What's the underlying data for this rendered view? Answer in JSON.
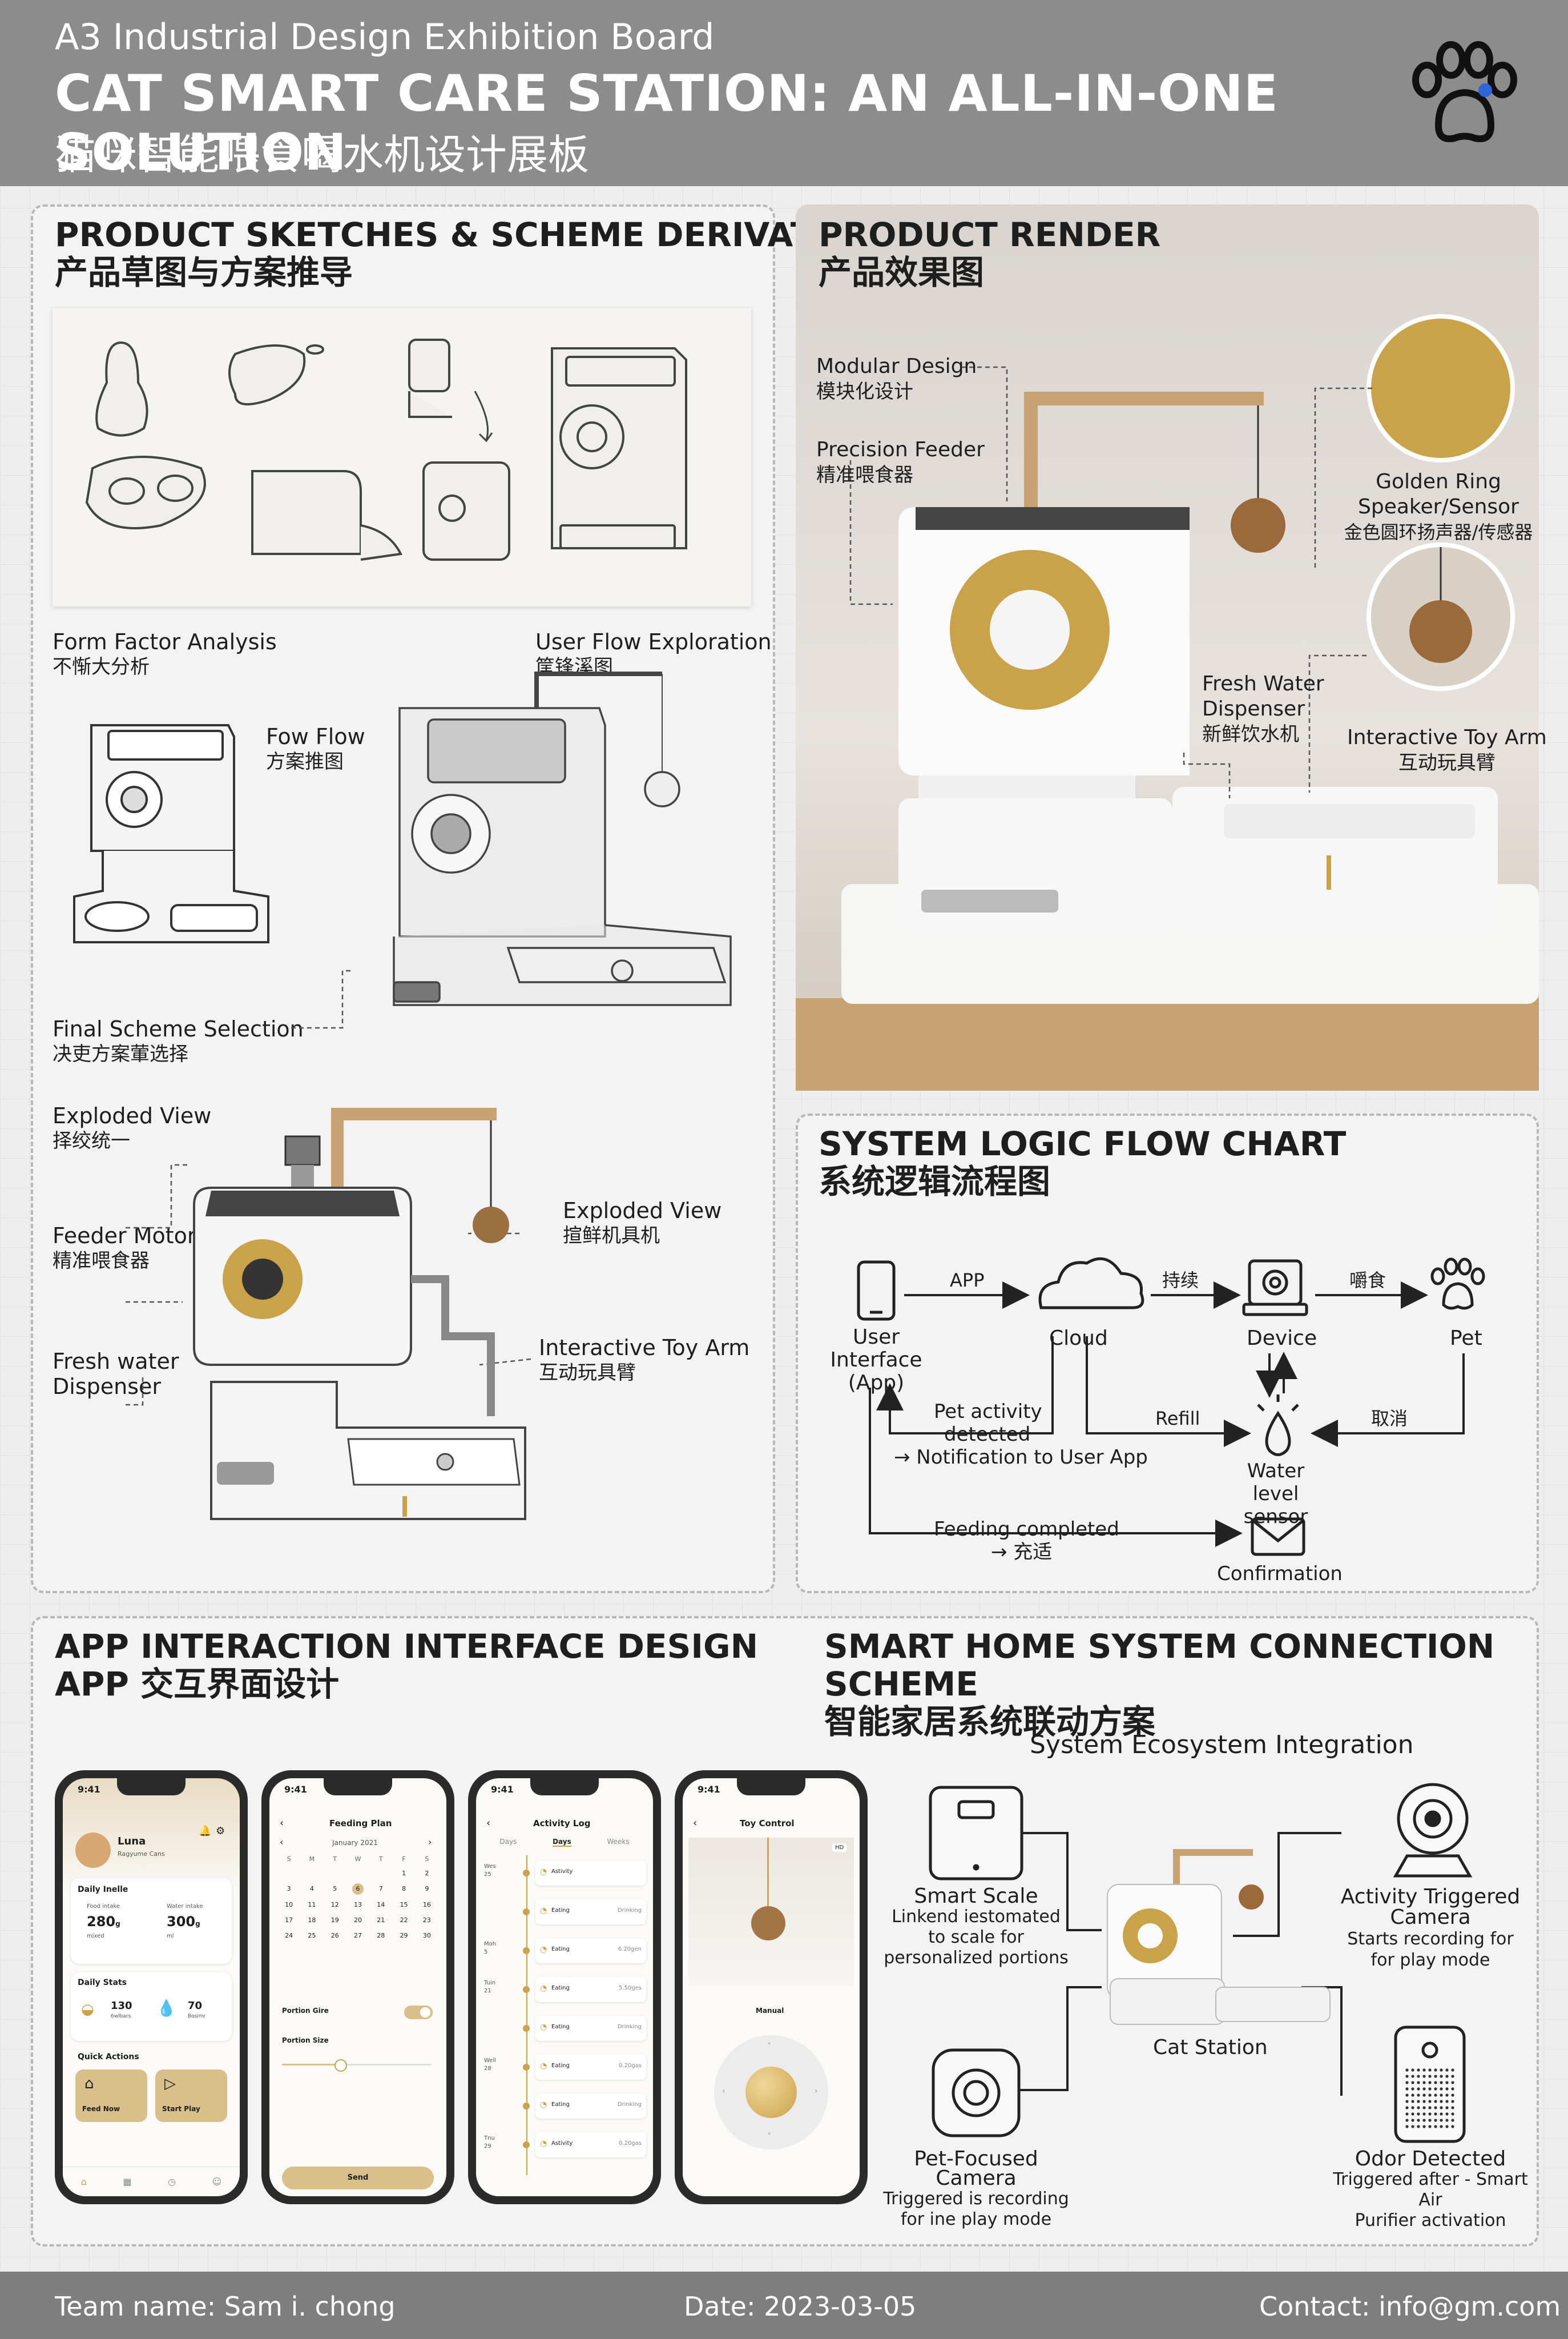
{
  "header": {
    "subtitle": "A3 Industrial Design Exhibition Board",
    "title": "CAT SMART CARE STATION: AN ALL-IN-ONE SOLUTION",
    "title_cn": "猫咪智能喂食喝水机设计展板"
  },
  "sketches": {
    "title": "PRODUCT SKETCHES & SCHEME DERIVATIONS",
    "title_cn": "产品草图与方案推导",
    "form_factor": "Form Factor Analysis",
    "form_factor_cn": "不惭大分析",
    "user_flow": "User Flow Exploration",
    "user_flow_cn": "筐锋溪图",
    "fow_flow": "Fow Flow",
    "fow_flow_cn": "方案推图",
    "final_scheme": "Final Scheme Selection",
    "final_scheme_cn": "决吏方案葷选择",
    "exploded_left": "Exploded View",
    "exploded_left_cn": "择绞统一",
    "feeder_motor": "Feeder Motor",
    "feeder_motor_cn": "精准喂食器",
    "fresh_water": "Fresh water",
    "fresh_water_2": "Dispenser",
    "exploded_right": "Exploded View",
    "exploded_right_cn": "揎鲜机具机",
    "toy_arm": "Interactive Toy Arm",
    "toy_arm_cn": "互动玩具臂"
  },
  "render": {
    "title": "PRODUCT RENDER",
    "title_cn": "产品效果图",
    "modular": "Modular Design",
    "modular_cn": "模块化设计",
    "precision": "Precision Feeder",
    "precision_cn": "精准喂食器",
    "golden_1": "Golden Ring",
    "golden_2": "Speaker/Sensor",
    "golden_cn": "金色圆环扬声器/传感器",
    "water_1": "Fresh Water",
    "water_2": "Dispenser",
    "water_cn": "新鲜饮水机",
    "toy": "Interactive Toy Arm",
    "toy_cn": "互动玩具臂"
  },
  "flow": {
    "title": "SYSTEM LOGIC FLOW CHART",
    "title_cn": "系统逻辑流程图",
    "ui_1": "User Interface",
    "ui_2": "(App)",
    "cloud": "Cloud",
    "device": "Device",
    "pet": "Pet",
    "app_edge": "APP",
    "cloud_device_edge": "持续",
    "device_pet_edge": "嚼食",
    "pet_act_1": "Pet activity",
    "pet_act_2": "detected",
    "pet_act_3": "→ Notification to User App",
    "refill": "Refill",
    "cancel": "取消",
    "water_1": "Water level",
    "water_2": "sensor",
    "feeding_1": "Feeding completed",
    "feeding_2": "→ 充适",
    "confirm": "Confirmation"
  },
  "app": {
    "title": "APP INTERACTION INTERFACE DESIGN",
    "title_cn": "APP 交互界面设计",
    "time": "9:41",
    "s1": {
      "name": "Luna",
      "sub": "Ragyume Cans",
      "daily": "Daily Inelle",
      "food_lbl": "Food intake",
      "food_val": "280",
      "food_unit": "g",
      "food_sub": "mixed",
      "water_lbl": "Water intake",
      "water_val": "300",
      "water_unit": "g",
      "water_sub": "ml",
      "stats": "Daily Stats",
      "stat1": "130",
      "stat1_sub": "6wlbars",
      "stat2": "70",
      "stat2_sub": "Bosimr",
      "quick": "Quick Actions",
      "feed": "Feed Now",
      "play": "Start Play"
    },
    "s2": {
      "title": "Feeding Plan",
      "month": "January 2021",
      "weekdays": [
        "S",
        "M",
        "T",
        "W",
        "T",
        "F",
        "S"
      ],
      "days": [
        "",
        "",
        "",
        "",
        "",
        "1",
        "2",
        "3",
        "4",
        "5",
        "6",
        "7",
        "8",
        "9",
        "10",
        "11",
        "12",
        "13",
        "14",
        "15",
        "16",
        "17",
        "18",
        "19",
        "20",
        "21",
        "22",
        "23",
        "24",
        "25",
        "26",
        "27",
        "28",
        "29",
        "30"
      ],
      "portion_ctrl": "Portion Gire",
      "portion_size": "Portion Size",
      "send": "Send"
    },
    "s3": {
      "title": "Activity Log",
      "tabs": [
        "Days",
        "Days",
        "Weeks"
      ],
      "rows": [
        {
          "day": "Wes",
          "num": "25",
          "a": "Astivity",
          "b": ""
        },
        {
          "day": "",
          "num": "",
          "a": "Eating",
          "b": "Drinking"
        },
        {
          "day": "Moh",
          "num": "5",
          "a": "Eating",
          "b": "6.20gen"
        },
        {
          "day": "Tuin",
          "num": "21",
          "a": "Eating",
          "b": "5.50ges"
        },
        {
          "day": "",
          "num": "",
          "a": "Eating",
          "b": "Drinking"
        },
        {
          "day": "Well",
          "num": "28",
          "a": "Eating",
          "b": "0.20gas"
        },
        {
          "day": "",
          "num": "",
          "a": "Eating",
          "b": "Drinking"
        },
        {
          "day": "Tnu",
          "num": "29",
          "a": "Astivity",
          "b": "0.20gas"
        }
      ]
    },
    "s4": {
      "title": "Toy Control",
      "badge": "HD",
      "manual": "Manual"
    }
  },
  "smart": {
    "title": "SMART HOME SYSTEM CONNECTION SCHEME",
    "title_cn": "智能家居系统联动方案",
    "eco": "System Ecosystem Integration",
    "scale_1": "Smart Scale",
    "scale_2": "Linkend iestomated",
    "scale_3": "to scale for",
    "scale_4": "personalized portions",
    "act_1": "Activity Triggered",
    "act_2": "Camera",
    "act_3": "Starts recording for",
    "act_4": "for play mode",
    "station": "Cat Station",
    "pcam_1": "Pet-Focused Camera",
    "pcam_2": "Triggered is recording",
    "pcam_3": "for ine play mode",
    "odor_1": "Odor Detected",
    "odor_2": "Triggered after - Smart Air",
    "odor_3": "Purifier activation"
  },
  "footer": {
    "team": "Team name: Sam i. chong",
    "date": "Date: 2023-03-05",
    "contact": "Contact: info@gm.com"
  },
  "colors": {
    "header": "#8c8c8c",
    "footer": "#7e7e7e",
    "gold": "#c9a24a",
    "wood": "#c9a274"
  }
}
